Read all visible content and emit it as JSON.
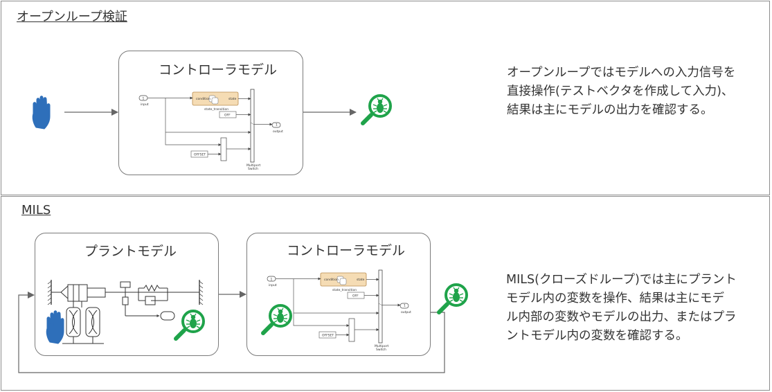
{
  "colors": {
    "hand": "#2e6fba",
    "bug_ring": "#1fa34a",
    "stateflow_fill": "#f5dcb4",
    "stateflow_border": "#b98b4d",
    "line": "#555555",
    "arrow": "#666666"
  },
  "icons": {
    "hand": "hand-icon",
    "bug_magnifier": "bug-magnifier-icon"
  },
  "top": {
    "title": "オープンループ検証",
    "controller": {
      "title": "コントローラモデル",
      "input_label": "input",
      "input_port": "1",
      "output_label": "output",
      "output_port": "1",
      "chart_in": "condition",
      "chart_out": "state",
      "chart_name": "state_transition",
      "off_label": "OFF",
      "offset_label": "OFFSET",
      "switch_name_1": "Multiport",
      "switch_name_2": "Switch"
    },
    "description": [
      "オープンループではモデルへの入力信号を",
      "直接操作(テストベクタを作成して入力)、",
      "結果は主にモデルの出力を確認する。"
    ]
  },
  "bottom": {
    "title": "MILS",
    "plant": {
      "title": "プラントモデル"
    },
    "controller": {
      "title": "コントローラモデル",
      "input_label": "input",
      "input_port": "1",
      "output_label": "output",
      "output_port": "1",
      "chart_in": "condition",
      "chart_out": "state",
      "chart_name": "state_transition",
      "off_label": "OFF",
      "offset_label": "OFFSET",
      "switch_name_1": "Multiport",
      "switch_name_2": "Switch"
    },
    "description": [
      "MILS(クローズドループ)では主にプラント",
      "モデル内の変数を操作、結果は主にモデ",
      "ル内部の変数やモデルの出力、またはプラ",
      "ントモデル内の変数を確認する。"
    ]
  }
}
